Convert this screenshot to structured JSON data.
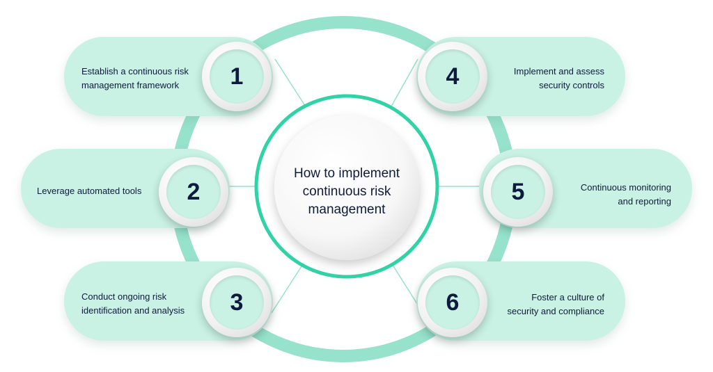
{
  "colors": {
    "ring": "#97e2cb",
    "center_ring": "#2fd3a6",
    "pill": "#c9f1e4",
    "text": "#0e1b3b"
  },
  "center": {
    "title": "How to implement continuous risk management"
  },
  "steps": [
    {
      "number": "1",
      "line1": "Establish a continuous risk",
      "line2": "management framework"
    },
    {
      "number": "2",
      "line1": "Leverage automated tools",
      "line2": ""
    },
    {
      "number": "3",
      "line1": "Conduct ongoing risk",
      "line2": "identification and analysis"
    },
    {
      "number": "4",
      "line1": "Implement and assess",
      "line2": "security controls"
    },
    {
      "number": "5",
      "line1": "Continuous monitoring",
      "line2": "and reporting"
    },
    {
      "number": "6",
      "line1": "Foster a culture of",
      "line2": "security and compliance"
    }
  ]
}
